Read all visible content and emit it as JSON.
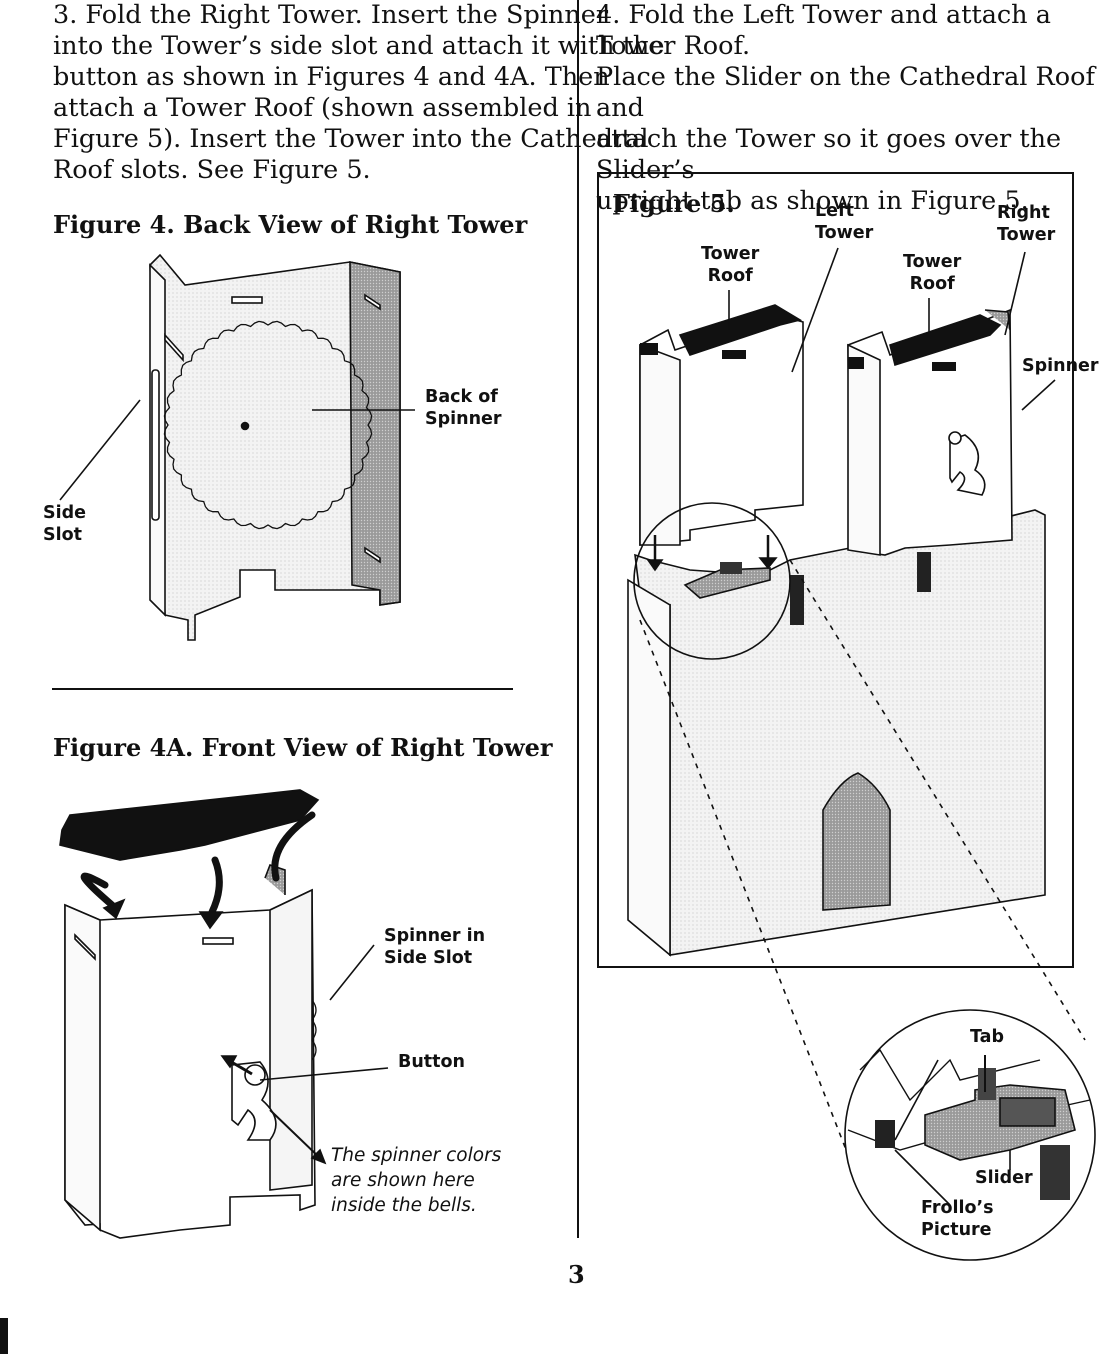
{
  "left_column": {
    "step3_lines": [
      "3. Fold the Right Tower. Insert the Spinner",
      "into the Tower’s side slot and attach it with the",
      "button as shown in Figures 4 and 4A. Then",
      "attach a Tower Roof (shown assembled in",
      "Figure 5). Insert the Tower into the Cathedral",
      "Roof slots. See Figure 5."
    ],
    "figure4": {
      "title": "Figure 4.  Back View of Right Tower",
      "back_of_spinner": "Back of\nSpinner",
      "side_slot": "Side\nSlot"
    },
    "figure4a": {
      "title": "Figure 4A.  Front View of Right Tower",
      "spinner_in_side_slot": "Spinner in\nSide Slot",
      "button": "Button",
      "note": "The spinner colors\nare shown here\ninside the bells."
    }
  },
  "right_column": {
    "step4_lines": [
      "4. Fold the Left Tower and attach a Tower Roof.",
      "Place the Slider on the Cathedral Roof and",
      "attach the Tower so it goes over the Slider’s",
      "upright tab as shown in Figure 5."
    ],
    "figure5": {
      "title": "Figure 5.",
      "left_tower": "Left\nTower",
      "right_tower": "Right\nTower",
      "tower_roof_left": "Tower\nRoof",
      "tower_roof_right": "Tower\nRoof",
      "spinner": "Spinner",
      "tab": "Tab",
      "slider": "Slider",
      "frollos_picture": "Frollo’s\nPicture"
    }
  },
  "page_number": "3"
}
